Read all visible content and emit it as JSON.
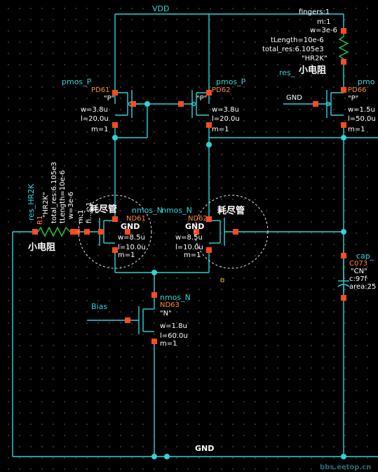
{
  "nets": {
    "vdd": "VDD",
    "gnd_bottom": "GND",
    "gnd_pd66": "GND",
    "bias": "Bias"
  },
  "annotations": {
    "depletion_left": "耗尽管",
    "depletion_right": "耗尽管",
    "small_res_top": "小电阻",
    "small_res_left": "小电阻"
  },
  "devices": {
    "pd61": {
      "cell": "pmos_P",
      "inst": "PD61",
      "model": "\"P\"",
      "w": "w=3.8u",
      "l": "l=20.0u",
      "m": "m=1"
    },
    "pd62": {
      "cell": "pmos_P",
      "inst": "PD62",
      "model": "\"P\"",
      "w": "w=3.8u",
      "l": "l=20.0u",
      "m": "m=1"
    },
    "pd66": {
      "cell": "pmo",
      "inst": "PD66",
      "model": "\"P\"",
      "w": "w=1.5u",
      "l": "l=50.0u",
      "m": "m=1"
    },
    "nd61": {
      "cell": "nmos_N",
      "inst": "ND61",
      "gnd": "GND",
      "w": "w=8.5u",
      "l": "l=10.0u",
      "m": "m=1"
    },
    "nd62": {
      "cell": "nmos_N",
      "inst": "ND62",
      "gnd": "GND",
      "w": "w=8.5u",
      "l": "l=10.0u",
      "m": "m=1"
    },
    "nd61_cell_text": "nmos_N",
    "nd63": {
      "cell": "nmos_N",
      "inst": "ND63",
      "model": "\"N\"",
      "w": "w=1.8u",
      "l": "l=60.0u",
      "m": "m=1"
    },
    "res_top": {
      "fingers": "fingers:1",
      "m": "m:1",
      "w": "w=3e-6",
      "tlength": "tLength=10e-6",
      "total_res": "total_res:6.105e3",
      "model": "\"HR2K\"",
      "cell": "res_"
    },
    "res_left": {
      "cell": "res_HR2K",
      "inst": "R1",
      "model": "\"HR2K\"",
      "total_res": "total_res:6.105e3",
      "tlength": "tLength=10e-6",
      "w": "w=3e-6",
      "m": "m:1",
      "fingers": "fi...s:1"
    },
    "cap": {
      "cell": "cap_",
      "inst": "C073",
      "model": "\"CN\"",
      "c": "c:97f",
      "area": "area:25"
    }
  },
  "watermark": "bbs.eetop.cn"
}
